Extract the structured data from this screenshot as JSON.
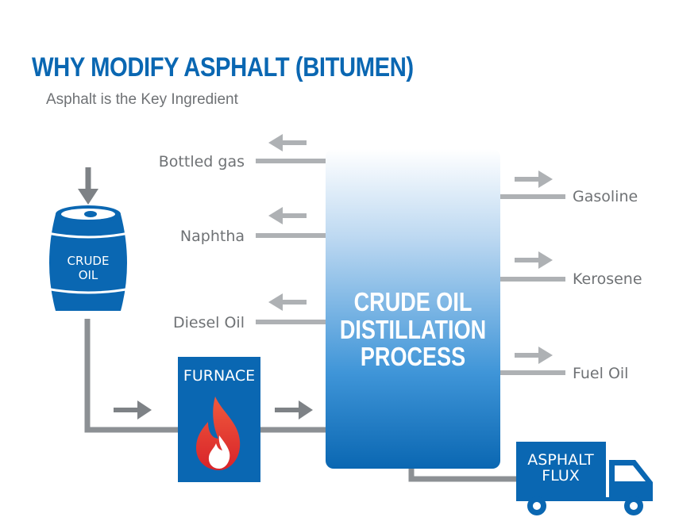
{
  "header": {
    "title": "WHY MODIFY ASPHALT (BITUMEN)",
    "subtitle": "Asphalt is the Key Ingredient"
  },
  "barrel": {
    "line1": "CRUDE",
    "line2": "OIL"
  },
  "furnace": {
    "label": "FURNACE"
  },
  "column": {
    "line1": "CRUDE OIL",
    "line2": "DISTILLATION",
    "line3": "PROCESS"
  },
  "outputs_left": [
    "Bottled gas",
    "Naphtha",
    "Diesel Oil"
  ],
  "outputs_right": [
    "Gasoline",
    "Kerosene",
    "Fuel Oil"
  ],
  "truck": {
    "line1": "ASPHALT",
    "line2": "FLUX"
  },
  "colors": {
    "brand_blue": "#0a67b2",
    "pipe_gray": "#8c9094",
    "label_gray": "#6f7275",
    "flame_red": "#e8352b"
  }
}
